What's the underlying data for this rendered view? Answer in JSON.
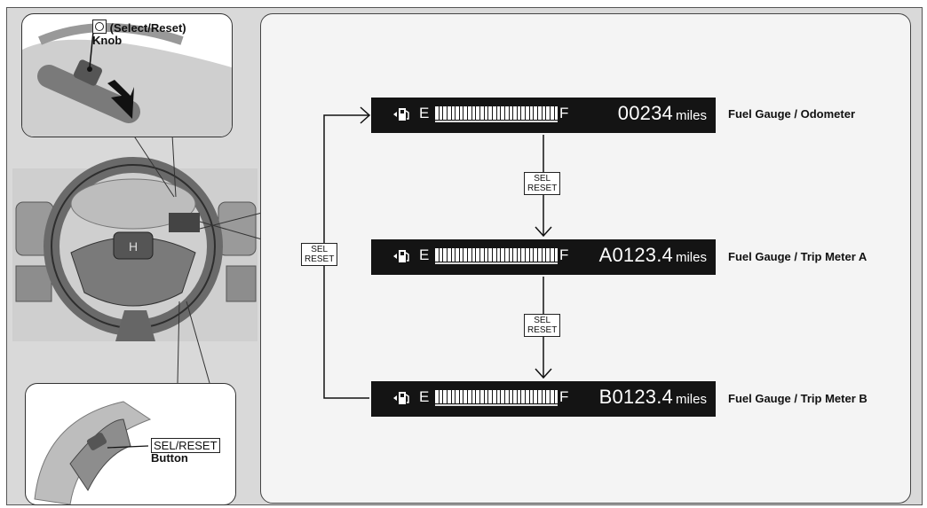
{
  "knob_callout": {
    "icon": "select-reset-knob-icon",
    "label_line1": "(Select/Reset)",
    "label_line2": "Knob"
  },
  "button_callout": {
    "boxed_text": "SEL/RESET",
    "label_line2": "Button"
  },
  "sel_reset": {
    "line1": "SEL",
    "line2": "RESET"
  },
  "displays": [
    {
      "empty_label": "E",
      "full_label": "F",
      "reading": "00234",
      "unit": "miles",
      "caption": "Fuel Gauge / Odometer"
    },
    {
      "empty_label": "E",
      "full_label": "F",
      "reading": "A0123.4",
      "unit": "miles",
      "caption": "Fuel Gauge / Trip Meter A"
    },
    {
      "empty_label": "E",
      "full_label": "F",
      "reading": "B0123.4",
      "unit": "miles",
      "caption": "Fuel Gauge / Trip Meter B"
    }
  ],
  "colors": {
    "display_bg": "#141414",
    "panel_bg": "#f4f4f4",
    "frame_bg": "#d9d9d9"
  }
}
